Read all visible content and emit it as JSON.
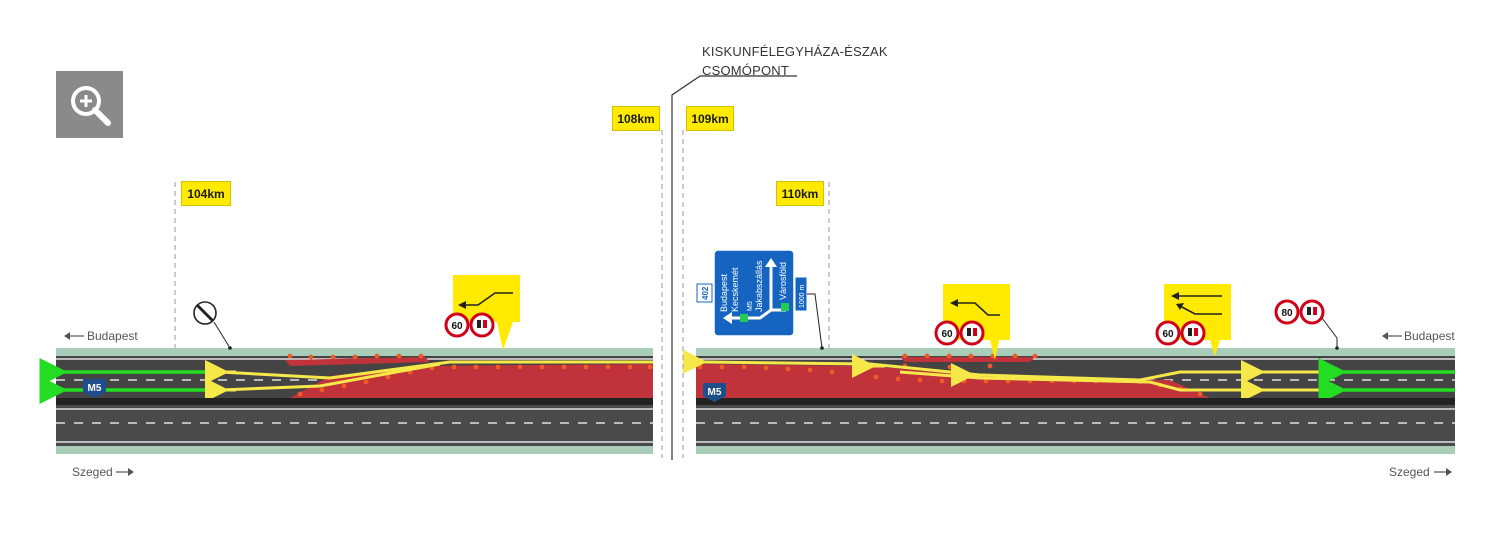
{
  "km_markers": [
    "104km",
    "108km",
    "109km",
    "110km"
  ],
  "junction": {
    "line1": "KISKUNFÉLEGYHÁZA-ÉSZAK",
    "line2": "CSOMÓPONT"
  },
  "directions": {
    "left_top": "Budapest",
    "right_top": "Budapest",
    "left_bottom": "Szeged",
    "right_bottom": "Szeged"
  },
  "motorway_shields": [
    "M5",
    "M5"
  ],
  "speed_signs": {
    "limit_60": "60",
    "limit_80": "80"
  },
  "direction_sign": {
    "route_number": "402",
    "destinations_left": [
      "Budapest",
      "Kecskemét"
    ],
    "destinations_right": [
      "Jakabszállás",
      "Városföld"
    ],
    "motorway_ref": "M5",
    "distance": "1000 m"
  },
  "colors": {
    "road": "#444444",
    "shoulder": "#a8cdb8",
    "work_zone": "#c0333a",
    "cone_dot": "#f05a28",
    "traffic_arrow": "#f7e84a",
    "free_lane_arrow": "#22dd22",
    "km_box": "#ffea00",
    "sign_blue": "#1565c0"
  },
  "icons": [
    "zoom-in-icon",
    "end-restriction-sign-icon",
    "no-overtaking-trucks-icon"
  ]
}
